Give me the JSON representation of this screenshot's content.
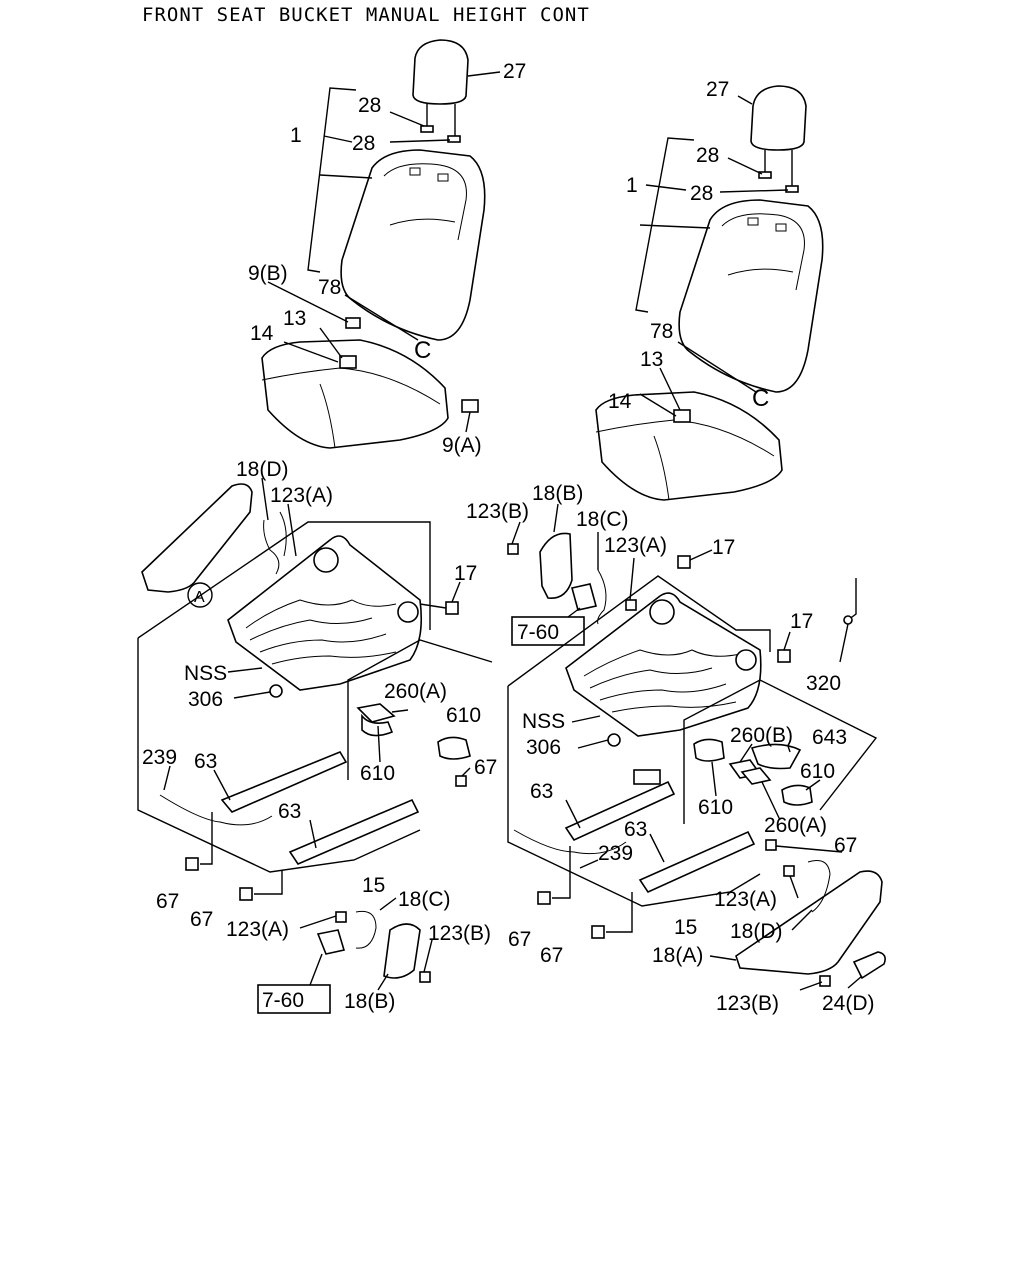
{
  "title": "FRONT SEAT BUCKET MANUAL HEIGHT CONT",
  "labels": {
    "l27": "27",
    "l28a": "28",
    "l1": "1",
    "l28b": "28",
    "l9b": "9(B)",
    "l78": "78",
    "l13": "13",
    "l14": "14",
    "l9a": "9(A)",
    "lC": "C",
    "r27": "27",
    "r28a": "28",
    "r1": "1",
    "r28b": "28",
    "r78": "78",
    "rC": "C",
    "r14": "14",
    "r13": "13",
    "l18d": "18(D)",
    "l123a": "123(A)",
    "lA": "A",
    "l17": "17",
    "lnss": "NSS",
    "l306": "306",
    "l260a": "260(A)",
    "l610a": "610",
    "l610b": "610",
    "l67a": "67",
    "l239": "239",
    "l63a": "63",
    "l63b": "63",
    "l15": "15",
    "l18c": "18(C)",
    "l67b": "67",
    "l67c": "67",
    "l123a2": "123(A)",
    "l123b": "123(B)",
    "l760": "7-60",
    "l18b": "18(B)",
    "r123b": "123(B)",
    "r18b": "18(B)",
    "r18c": "18(C)",
    "r123a": "123(A)",
    "r17a": "17",
    "r760": "7-60",
    "r17b": "17",
    "r320": "320",
    "rnss": "NSS",
    "r306": "306",
    "r260b": "260(B)",
    "r643": "643",
    "r610a": "610",
    "r610b": "610",
    "r260a": "260(A)",
    "r63a": "63",
    "r63b": "63",
    "r239": "239",
    "r67a": "67",
    "r123a2": "123(A)",
    "r18d": "18(D)",
    "r15": "15",
    "r18a": "18(A)",
    "r67b": "67",
    "r67c": "67",
    "r123b2": "123(B)",
    "r24d": "24(D)"
  }
}
